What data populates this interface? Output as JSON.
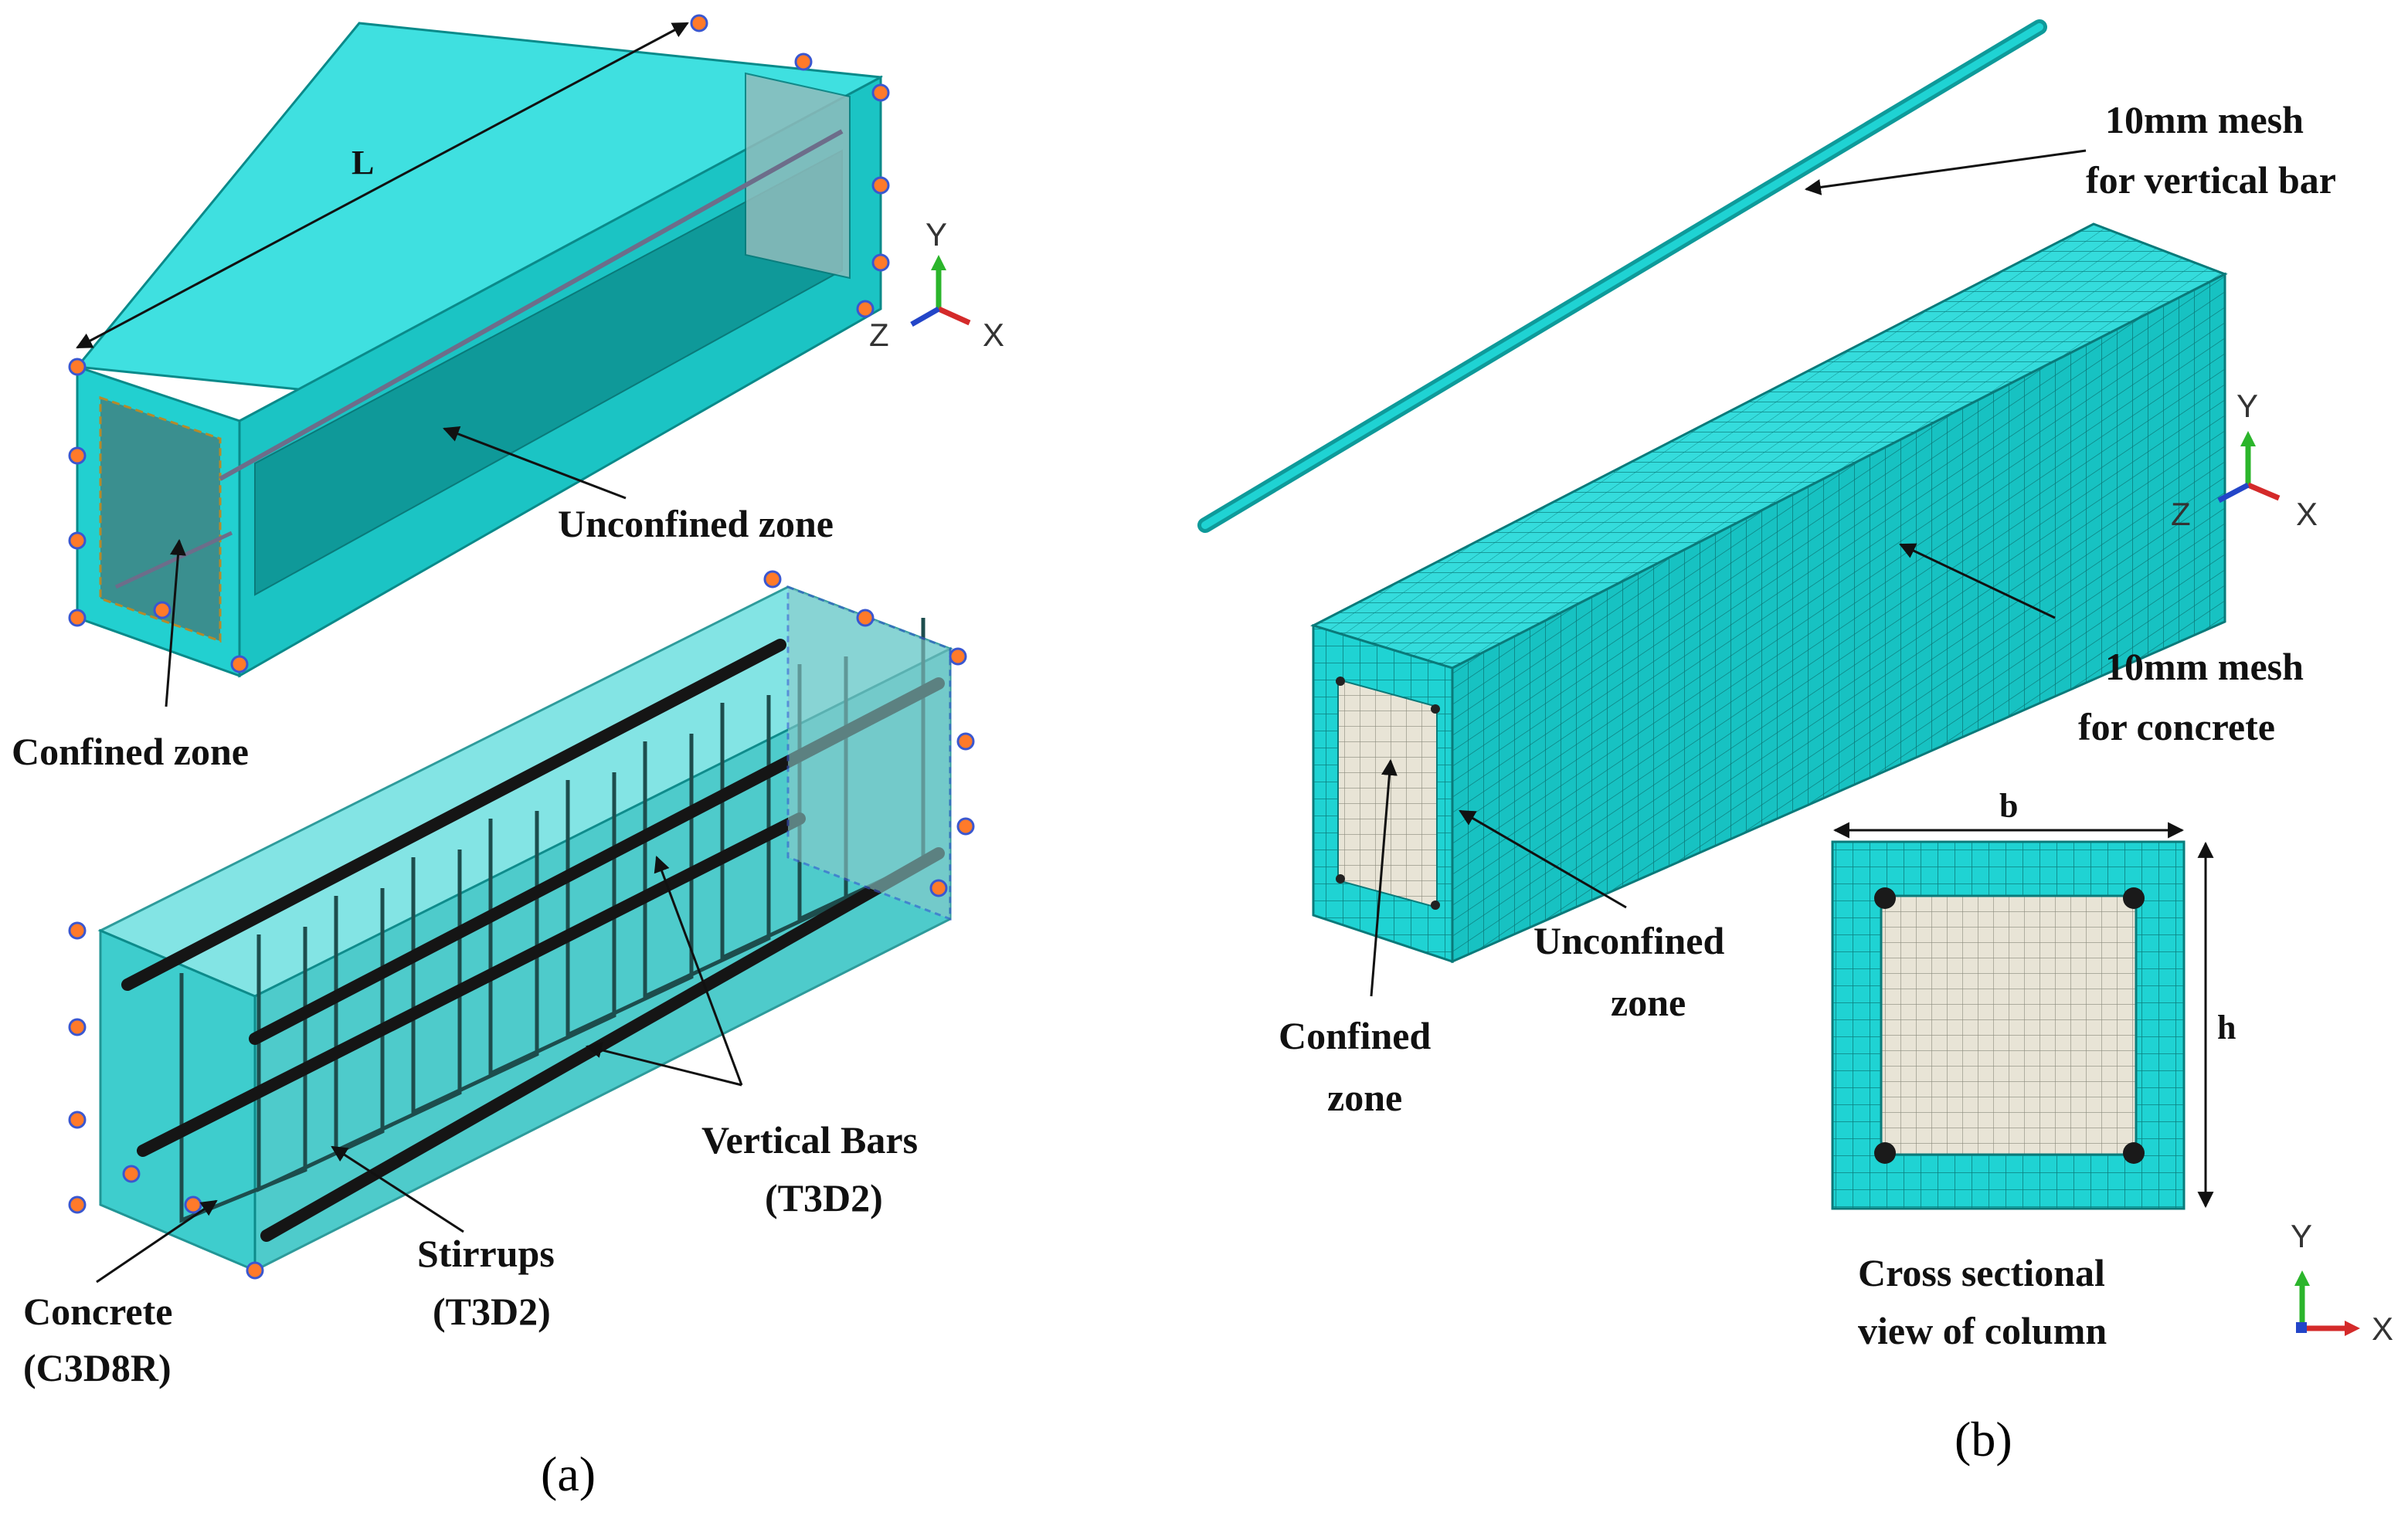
{
  "panel_a": {
    "caption": "(a)",
    "length_label": "L",
    "labels": {
      "unconfined_zone": "Unconfined zone",
      "confined_zone": "Confined zone",
      "vertical_bars_1": "Vertical Bars",
      "vertical_bars_2": "(T3D2)",
      "stirrups_1": "Stirrups",
      "stirrups_2": "(T3D2)",
      "concrete_1": "Concrete",
      "concrete_2": "(C3D8R)"
    }
  },
  "panel_b": {
    "caption": "(b)",
    "labels": {
      "bar_mesh_1": "10mm mesh",
      "bar_mesh_2": "for vertical bar",
      "concrete_mesh_1": "10mm mesh",
      "concrete_mesh_2": "for concrete",
      "unconfined_1": "Unconfined",
      "unconfined_2": "zone",
      "confined_1": "Confined",
      "confined_2": "zone",
      "cross_1": "Cross sectional",
      "cross_2": "view of column",
      "dim_b": "b",
      "dim_h": "h"
    }
  },
  "axes": {
    "x": "X",
    "y": "Y",
    "z": "Z"
  },
  "colors": {
    "concrete": "#1fd3d3",
    "concrete_dark": "#0fa8a8",
    "mesh_line": "#0c7f7f",
    "confined_core": "#e8e4d6",
    "rebar": "#1a1a1a",
    "axis_x": "#d42a2a",
    "axis_y": "#2bb52b",
    "axis_z": "#2345c8"
  }
}
